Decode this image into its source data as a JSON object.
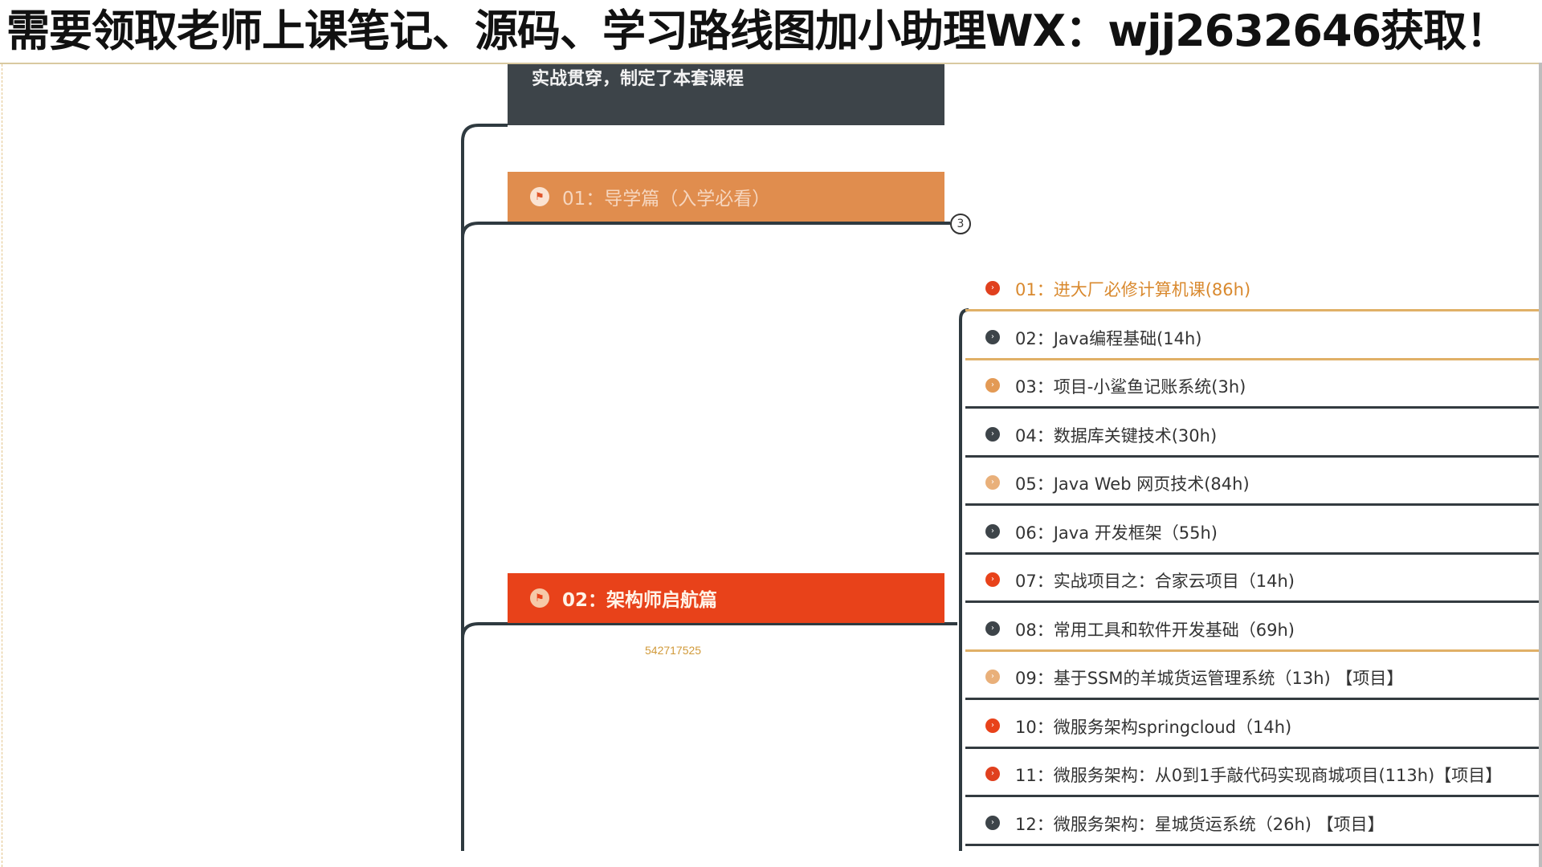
{
  "banner": {
    "text": "需要领取老师上课笔记、源码、学习路线图加小助理WX：wjj2632646获取！"
  },
  "mindmap": {
    "top_card_text": "实战贯穿，制定了本套课程",
    "branch_01": {
      "icon": "flag-icon",
      "label": "01：导学篇（入学必看）"
    },
    "branch_02": {
      "icon": "flag-icon",
      "label": "02：架构师启航篇"
    },
    "collapsed_count": "3",
    "watermark_id": "542717525",
    "children": [
      {
        "label": "01：进大厂必修计算机课(86h)",
        "icon_color": "#e0401e",
        "underline": "#e0b067",
        "highlight": true
      },
      {
        "label": "02：Java编程基础(14h)",
        "icon_color": "#3d4449",
        "underline": "#e0b067"
      },
      {
        "label": "03：项目-小鲨鱼记账系统(3h)",
        "icon_color": "#e39a55",
        "underline": "#333b40"
      },
      {
        "label": "04：数据库关键技术(30h)",
        "icon_color": "#3d4449",
        "underline": "#333b40"
      },
      {
        "label": "05：Java Web 网页技术(84h)",
        "icon_color": "#e9b07a",
        "underline": "#333b40"
      },
      {
        "label": "06：Java 开发框架（55h)",
        "icon_color": "#3d4449",
        "underline": "#333b40"
      },
      {
        "label": "07：实战项目之：合家云项目（14h)",
        "icon_color": "#e8421a",
        "underline": "#333b40"
      },
      {
        "label": "08：常用工具和软件开发基础（69h)",
        "icon_color": "#3d4449",
        "underline": "#e0b067"
      },
      {
        "label": "09：基于SSM的羊城货运管理系统（13h) 【项目】",
        "icon_color": "#e9b07a",
        "underline": "#333b40"
      },
      {
        "label": "10：微服务架构springcloud（14h)",
        "icon_color": "#e8421a",
        "underline": "#333b40"
      },
      {
        "label": "11：微服务架构：从0到1手敲代码实现商城项目(113h)【项目】",
        "icon_color": "#e0401e",
        "underline": "#333b40"
      },
      {
        "label": "12：微服务架构：星城货运系统（26h) 【项目】",
        "icon_color": "#3d4449",
        "underline": "#333b40"
      }
    ]
  },
  "colors": {
    "branch_01_bg": "#e08d4e",
    "branch_02_bg": "#e8421a",
    "card_bg": "#3d4449",
    "connector": "#2f3a40"
  }
}
